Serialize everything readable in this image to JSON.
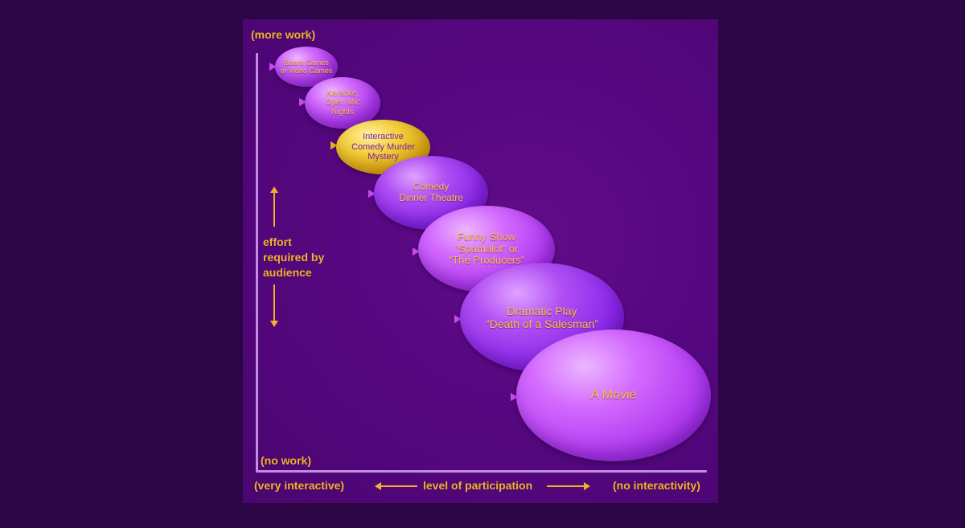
{
  "diagram": {
    "y_axis": {
      "top_label": "(more work)",
      "bottom_label": "(no work)",
      "side_label": "effort\nrequired by\naudience"
    },
    "x_axis": {
      "left_label": "(very interactive)",
      "center_label": "level of participation",
      "right_label": "(no interactivity)"
    },
    "balloons": [
      {
        "text": "Board Games\nor Video Games",
        "color": "#c84cf5"
      },
      {
        "text": "Karaoke,\nOpen Mic\nNights",
        "color": "#c84cf5"
      },
      {
        "text": "Interactive\nComedy Murder\nMystery",
        "color": "#f0c020"
      },
      {
        "text": "Comedy\nDinner Theatre",
        "color": "#9a30ea"
      },
      {
        "text": "Funny Show\n“Spamalot” or\n“The Producers”",
        "color": "#c84cf5"
      },
      {
        "text": "Dramatic Play\n“Death of a Salesman”",
        "color": "#9a30ea"
      },
      {
        "text": "A Movie",
        "color": "#c84cf5"
      }
    ],
    "colors": {
      "background": "#2c0644",
      "panel": "#560780",
      "axis": "#c48be6",
      "label": "#f0b22a"
    }
  }
}
